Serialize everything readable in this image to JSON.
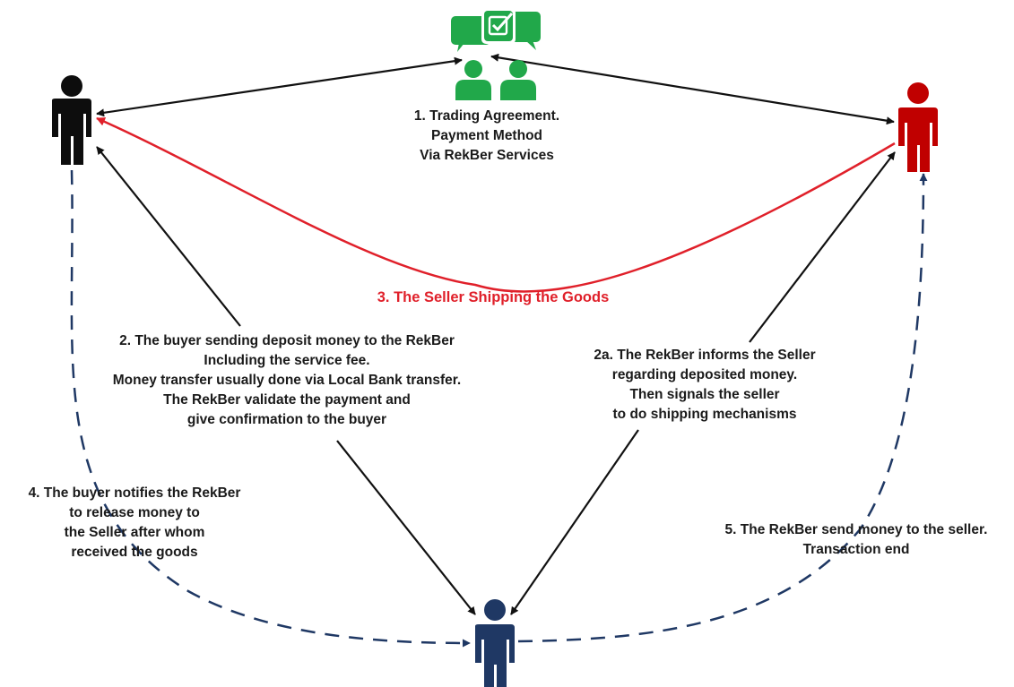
{
  "colors": {
    "buyer": "#0d0d0d",
    "seller": "#c00000",
    "rekber": "#1f3864",
    "agreement": "#21a84a",
    "arrow_black": "#111111",
    "arrow_red": "#e0202a",
    "arrow_dashed": "#1f3864"
  },
  "icons": {
    "buyer": "person-icon",
    "seller": "person-icon",
    "rekber": "person-icon",
    "agreement": "agreement-chat-check-icon"
  },
  "step1": {
    "lines": [
      "1. Trading Agreement.",
      "Payment Method",
      "Via RekBer Services"
    ]
  },
  "step2": {
    "lines": [
      "2. The buyer sending deposit money to the RekBer",
      "Including the service fee.",
      "Money transfer usually done via Local Bank transfer.",
      "The RekBer validate the payment and",
      "give confirmation to the buyer"
    ]
  },
  "step2a": {
    "lines": [
      "2a. The RekBer informs the Seller",
      "regarding deposited money.",
      "Then signals the seller",
      "to do shipping mechanisms"
    ]
  },
  "step3": {
    "text": "3. The Seller Shipping the Goods"
  },
  "step4": {
    "lines": [
      "4. The buyer notifies the RekBer",
      "to release money to",
      "the Seller after whom",
      "received the goods"
    ]
  },
  "step5": {
    "lines": [
      "5. The RekBer send money to the seller.",
      "Transaction end"
    ]
  }
}
